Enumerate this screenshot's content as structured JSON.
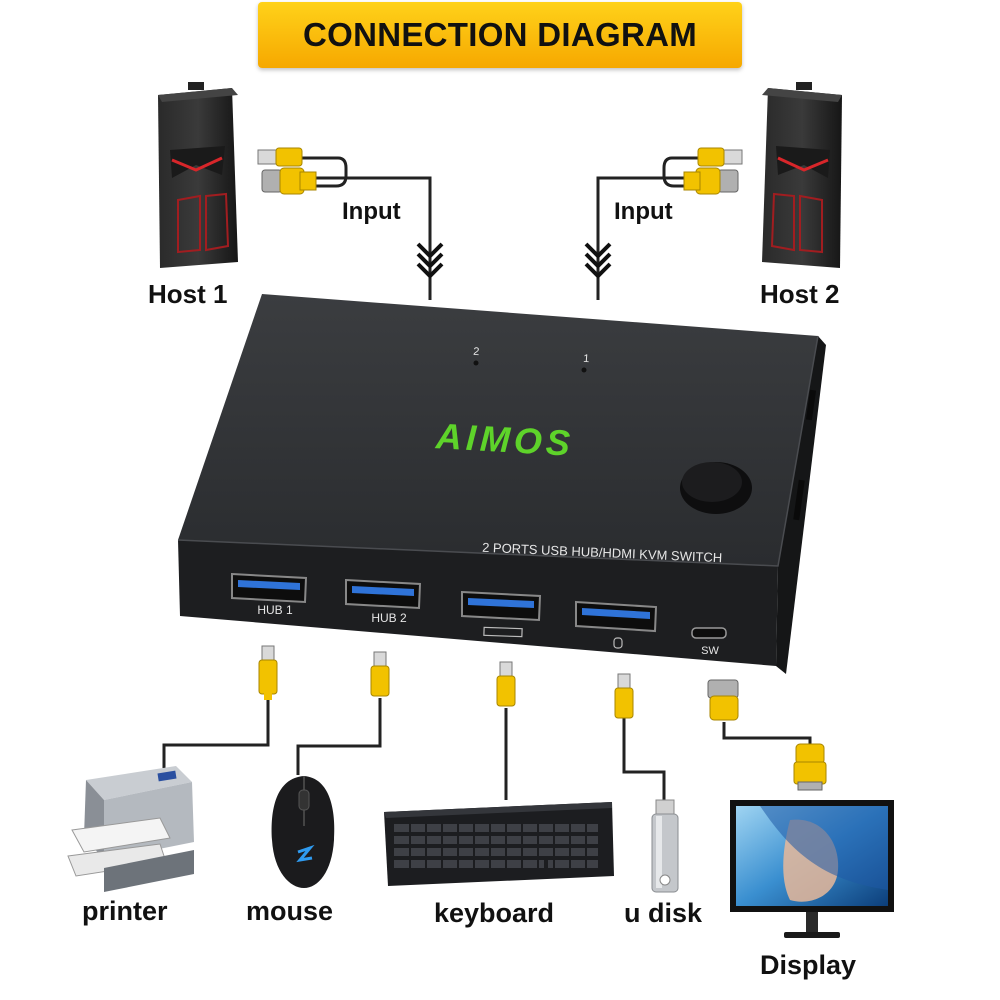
{
  "title": "CONNECTION DIAGRAM",
  "hosts": [
    {
      "label": "Host 1"
    },
    {
      "label": "Host 2"
    }
  ],
  "input_labels": [
    "Input",
    "Input"
  ],
  "device": {
    "brand": "AIMOS",
    "model_text": "2 PORTS USB HUB/HDMI KVM SWITCH",
    "led_labels": [
      "2",
      "1"
    ],
    "ports": [
      "HUB 1",
      "HUB 2",
      "",
      "",
      "SW"
    ]
  },
  "peripherals": [
    "printer",
    "mouse",
    "keyboard",
    "u disk",
    "Display"
  ],
  "colors": {
    "banner": "#f9b800",
    "accent_green": "#5ed32a",
    "cable": "#222222",
    "connector": "#f2c200"
  }
}
